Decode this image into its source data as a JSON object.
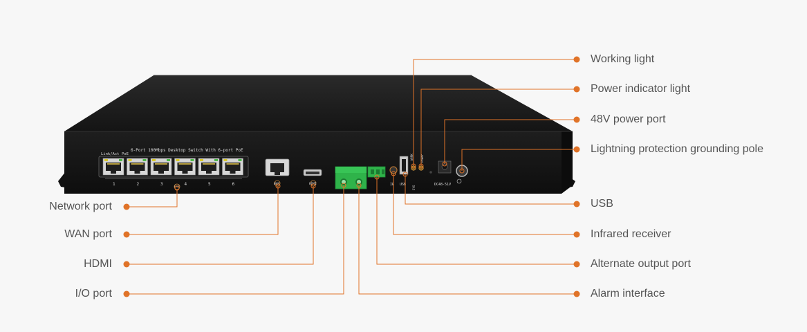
{
  "colors": {
    "accent": "#E07328",
    "label_text": "#555555",
    "background": "#F7F7F7",
    "device_body": "#1B1B1B",
    "terminal_green": "#2FB34A"
  },
  "device": {
    "panel_title": "6-Port 100Mbps Desktop Switch With 6-port PoE",
    "linkact_label": "Link/Act",
    "poe_label": "PoE",
    "port_numbers": [
      "1",
      "2",
      "3",
      "4",
      "5",
      "6"
    ],
    "poe_tag": "PoE",
    "wan_tag": "WAN",
    "hdmi_tag": "HDMI",
    "ir_tag": "IR",
    "usb_tag": "USB",
    "work_tag": "WORK",
    "sys_tag": "SYS",
    "power_tag": "Power",
    "dc_tag": "DC48-51V"
  },
  "callouts": {
    "left": [
      {
        "id": "network-port",
        "label": "Network port"
      },
      {
        "id": "wan-port",
        "label": "WAN port"
      },
      {
        "id": "hdmi",
        "label": "HDMI"
      },
      {
        "id": "io-port",
        "label": "I/O port"
      }
    ],
    "right": [
      {
        "id": "working-light",
        "label": "Working light"
      },
      {
        "id": "power-indicator-light",
        "label": "Power indicator light"
      },
      {
        "id": "48v-power-port",
        "label": "48V power port"
      },
      {
        "id": "lightning-protection-grounding-pole",
        "label": "Lightning protection grounding pole"
      },
      {
        "id": "usb",
        "label": "USB"
      },
      {
        "id": "infrared-receiver",
        "label": "Infrared receiver"
      },
      {
        "id": "alternate-output-port",
        "label": "Alternate output port"
      },
      {
        "id": "alarm-interface",
        "label": "Alarm interface"
      }
    ]
  }
}
